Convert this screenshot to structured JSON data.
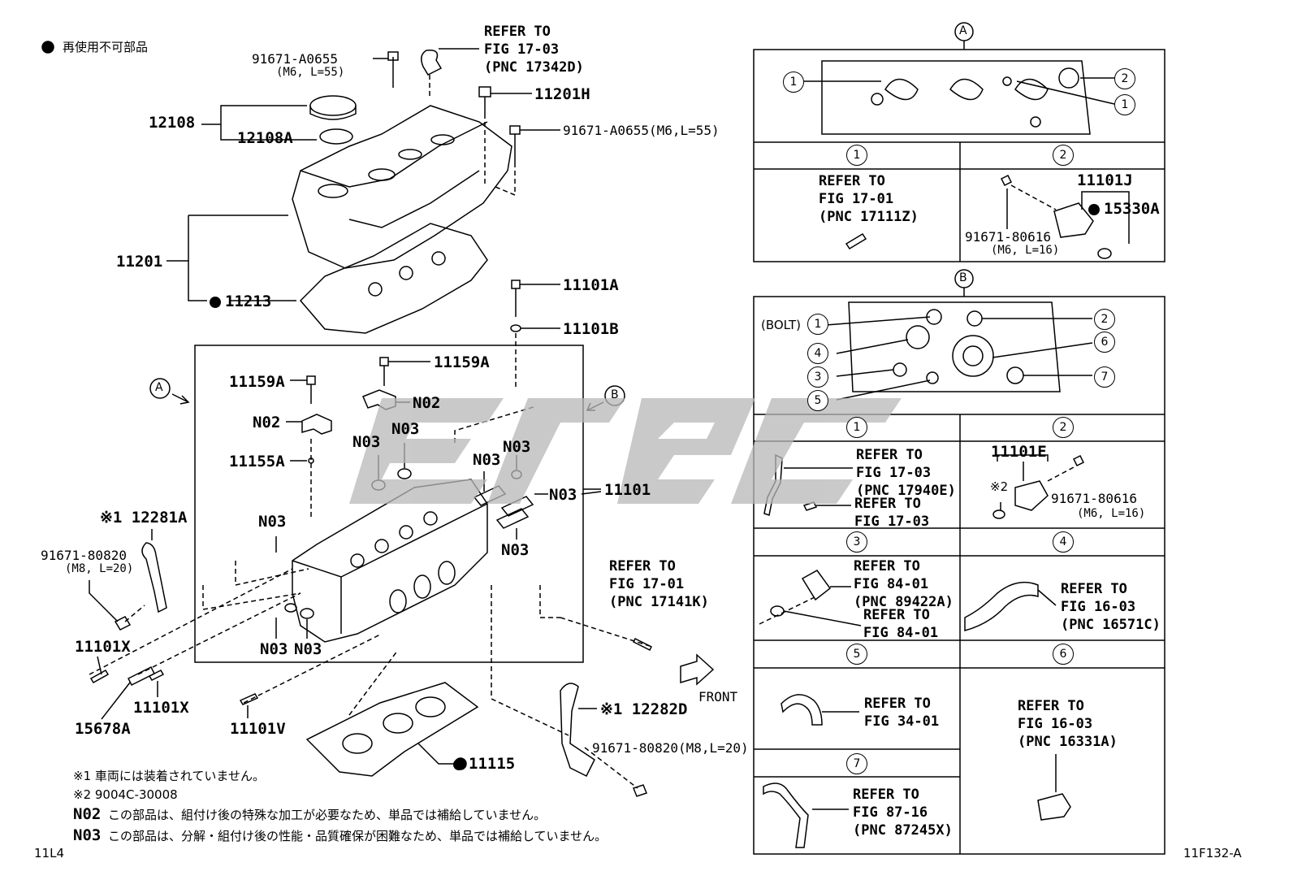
{
  "legend": {
    "nonreusable": "再使用不可部品"
  },
  "notes": {
    "n1": "※1 車両には装着されていません。",
    "n2": "※2 9004C-30008",
    "n02_code": "N02",
    "n02_text": "この部品は、組付け後の特殊な加工が必要なため、単品では補給していません。",
    "n03_code": "N03",
    "n03_text": "この部品は、分解・組付け後の性能・品質確保が困難なため、単品では補給していません。"
  },
  "footer": {
    "left": "11L4",
    "right": "11F132-A"
  },
  "labels": {
    "b91671a0655": "91671-A0655",
    "b91671a0655_spec": "(M6, L=55)",
    "ref1703_a": "REFER TO\nFIG 17-03\n(PNC 17342D)",
    "p12108": "12108",
    "p12108a": "12108A",
    "p11201h": "11201H",
    "b91671a0655_2": "91671-A0655(M6,L=55)",
    "p11201": "11201",
    "p11213": "11213",
    "p11101a": "11101A",
    "p11101b": "11101B",
    "p11159a_1": "11159A",
    "p11159a_2": "11159A",
    "n02_1": "N02",
    "n02_2": "N02",
    "n03_1": "N03",
    "n03_2": "N03",
    "n03_3": "N03",
    "n03_4": "N03",
    "n03_5": "N03",
    "n03_6": "N03",
    "n03_7": "N03",
    "n03_8": "N03",
    "n03_9": "N03",
    "p11155a": "11155A",
    "p11101": "11101",
    "p12281a": "※1 12281A",
    "b9167180820": "91671-80820",
    "b9167180820_spec": "(M8, L=20)",
    "ref1701": "REFER TO\nFIG 17-01\n(PNC 17141K)",
    "p11101x_1": "11101X",
    "p11101x_2": "11101X",
    "p15678a": "15678A",
    "p11101v": "11101V",
    "front": "FRONT",
    "p12282d": "※1 12282D",
    "b9167180820_2": "91671-80820(M8,L=20)",
    "p11115": "11115",
    "callout_a": "A",
    "callout_b": "B"
  },
  "panel_a": {
    "title": "A",
    "c1": "1",
    "c2": "2",
    "ref1": "REFER TO\nFIG 17-01\n(PNC 17111Z)",
    "p11101j": "11101J",
    "p15330a": "15330A",
    "b9167180616": "91671-80616",
    "b9167180616_spec": "(M6, L=16)"
  },
  "panel_b": {
    "title": "B",
    "bolt": "(BOLT)",
    "c1": "1",
    "c2": "2",
    "c3": "3",
    "c4": "4",
    "c5": "5",
    "c6": "6",
    "c7": "7",
    "ref1_a": "REFER TO\nFIG 17-03\n(PNC 17940E)",
    "ref1_b": "REFER TO\nFIG 17-03",
    "p11101e": "11101E",
    "star2": "※2",
    "b9167180616": "91671-80616",
    "b9167180616_spec": "(M6, L=16)",
    "ref3_a": "REFER TO\nFIG 84-01\n(PNC 89422A)",
    "ref3_b": "REFER TO\nFIG 84-01",
    "ref4": "REFER TO\nFIG 16-03\n(PNC 16571C)",
    "ref5": "REFER TO\nFIG 34-01",
    "ref6": "REFER TO\nFIG 16-03\n(PNC 16331A)",
    "ref7": "REFER TO\nFIG 87-16\n(PNC 87245X)"
  }
}
